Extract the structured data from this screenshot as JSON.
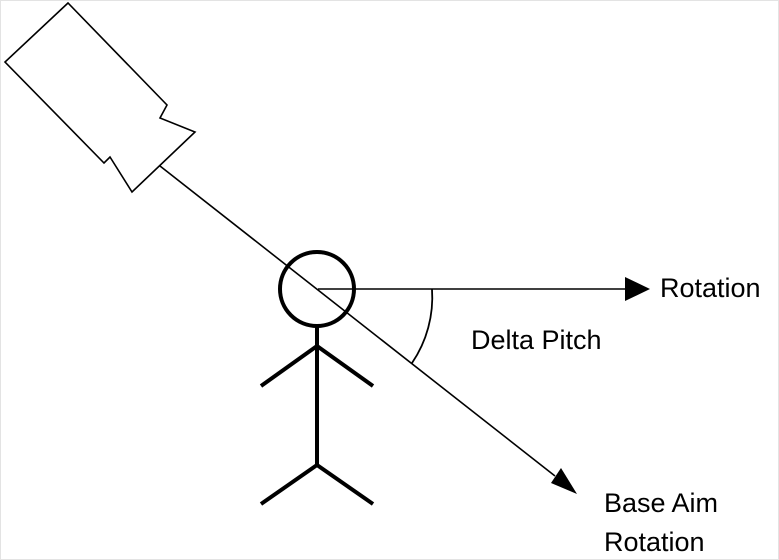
{
  "diagram": {
    "labels": {
      "rotation": "Rotation",
      "delta_pitch": "Delta Pitch",
      "base_aim_line1": "Base Aim",
      "base_aim_line2": "Rotation"
    },
    "colors": {
      "stroke": "#000000",
      "text": "#000000",
      "background": "#ffffff"
    }
  }
}
